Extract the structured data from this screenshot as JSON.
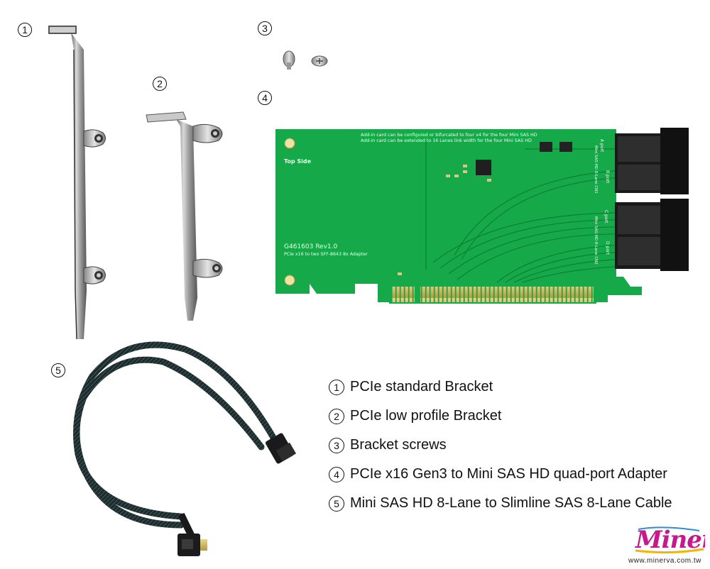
{
  "callouts": [
    {
      "number": "1"
    },
    {
      "number": "2"
    },
    {
      "number": "3"
    },
    {
      "number": "4"
    },
    {
      "number": "5"
    }
  ],
  "pcb": {
    "note_line1": "Add-in card can be configured or bifurcated to four x4 for the four Mini SAS HD",
    "note_line2": "Add-in card can be extended to 16 Lanes link width for the four Mini SAS HD",
    "side_label": "Top Side",
    "model": "G461603 Rev1.0",
    "description": "PCIe x16 to two SFF-8643 8x Adapter",
    "port_a": "A port",
    "port_b": "B port",
    "port_c": "C port",
    "port_d": "D port",
    "cn1": "Mini SAS HD 8-Lane CN1",
    "cn2": "Mini SAS HD 8-Lane CN2"
  },
  "legend": [
    {
      "number": "1",
      "text": "PCIe standard Bracket"
    },
    {
      "number": "2",
      "text": "PCIe low profile Bracket"
    },
    {
      "number": "3",
      "text": "Bracket screws"
    },
    {
      "number": "4",
      "text": "PCIe x16 Gen3 to Mini SAS HD quad-port Adapter"
    },
    {
      "number": "5",
      "text": "Mini SAS HD 8-Lane to Slimline SAS 8-Lane Cable"
    }
  ],
  "brand": {
    "logo_text": "Minerva",
    "url": "www.minerva.com.tw"
  }
}
